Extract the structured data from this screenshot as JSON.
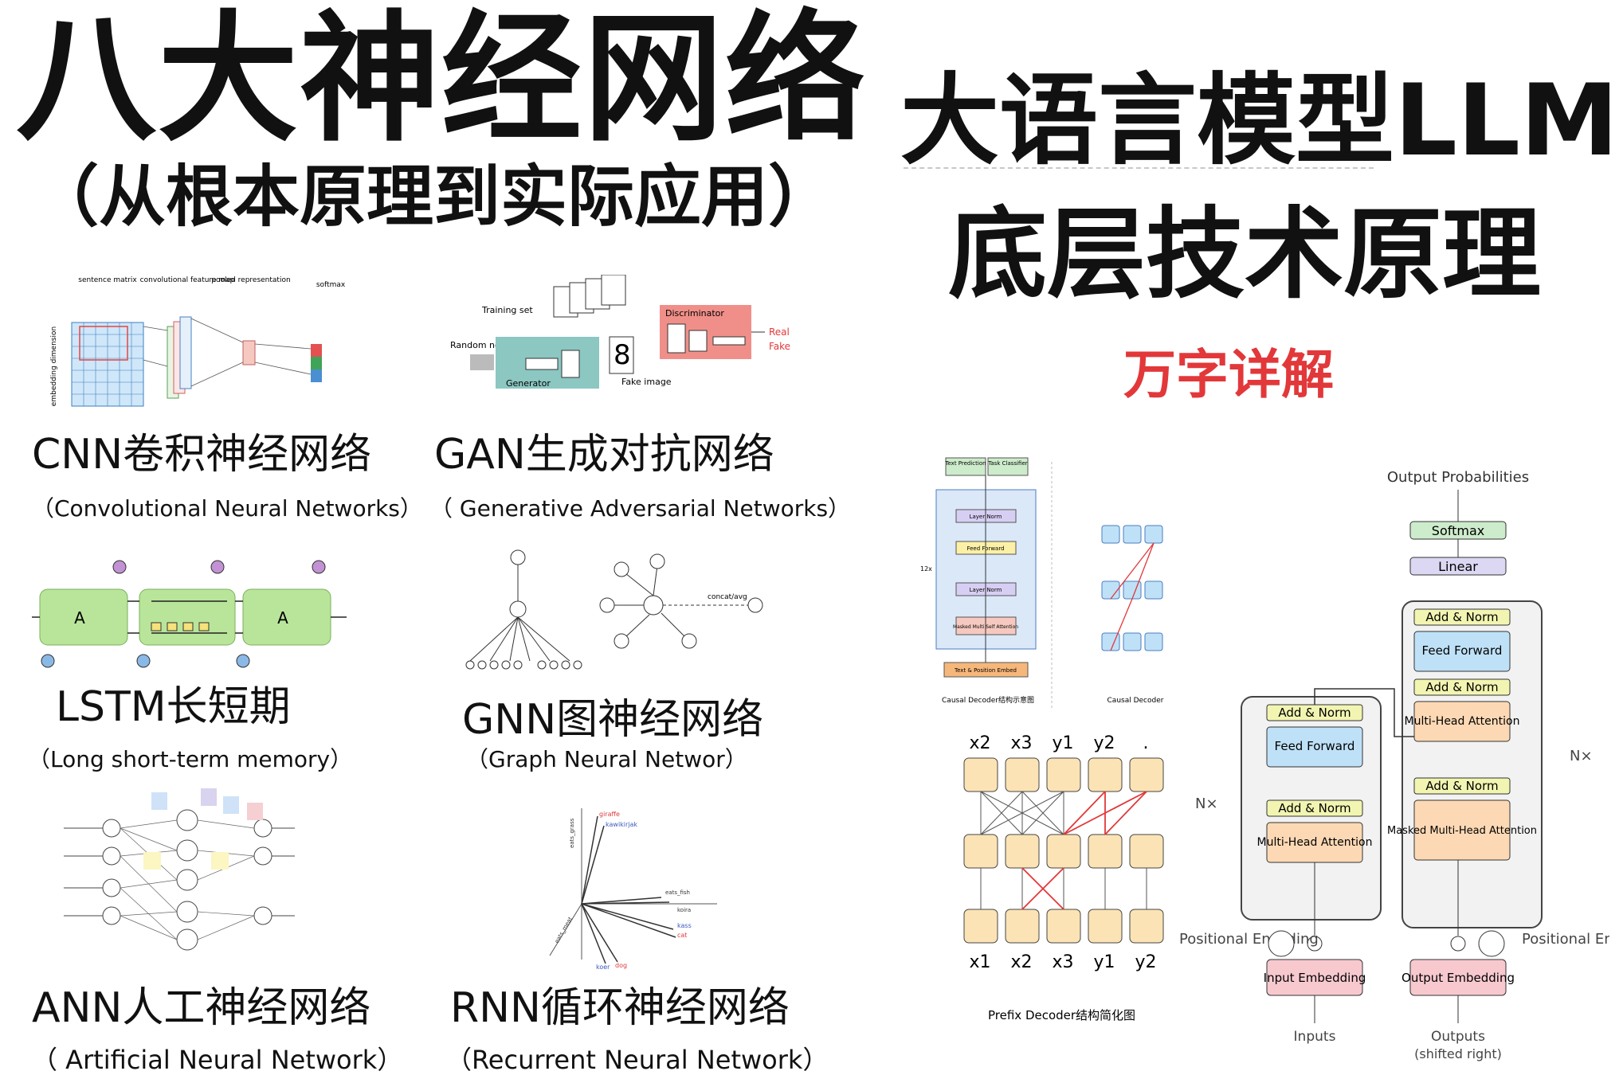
{
  "header": {
    "title": "八大神经网络",
    "subtitle": "（从根本原理到实际应用）"
  },
  "right_header": {
    "line1": "大语言模型LLM",
    "line2": "底层技术原理",
    "tag": "万字详解"
  },
  "networks": [
    {
      "name": "CNN卷积神经网络",
      "en": "（Convolutional Neural Networks）"
    },
    {
      "name": "GAN生成对抗网络",
      "en": "（ Generative Adversarial Networks）"
    },
    {
      "name": "LSTM长短期",
      "en": "（Long short-term memory）"
    },
    {
      "name": "GNN图神经网络",
      "en": "（Graph Neural Networ）"
    },
    {
      "name": "ANN人工神经网络",
      "en": "（ Artificial Neural Network）"
    },
    {
      "name": "RNN循环神经网络",
      "en": "（Recurrent Neural Network）"
    }
  ],
  "cnn_fig": {
    "labels": [
      "sentence matrix",
      "convolutional feature map",
      "pooled representation",
      "softmax"
    ],
    "axis": "embedding dimension"
  },
  "gan_fig": {
    "training_set": "Training set",
    "discriminator": "Discriminator",
    "random_noise": "Random noise",
    "generator": "Generator",
    "fake_image": "Fake image",
    "real": "Real",
    "fake": "Fake"
  },
  "lstm_fig": {
    "cell": "A"
  },
  "gnn_fig": {
    "concat": "concat/avg"
  },
  "rnn_fig": {
    "words": [
      "giraffe",
      "kawikirjak",
      "eats_fish",
      "koira",
      "kass",
      "cat",
      "koer",
      "dog"
    ],
    "axes": [
      "eats_grass",
      "eats_meat"
    ]
  },
  "decoder_fig": {
    "caption_causal": "Causal Decoder结构示意图",
    "caption_causal2": "Causal Decoder",
    "caption_prefix": "Prefix Decoder结构简化图",
    "blocks": [
      "Text Prediction",
      "Task Classifier",
      "Layer Norm",
      "Feed Forward",
      "Layer Norm",
      "Masked Multi Self Attention",
      "Text & Position Embed"
    ],
    "repeat": "12x",
    "top_tokens": [
      "x2",
      "x3",
      "y1",
      "y2",
      "."
    ],
    "bottom_tokens": [
      "x1",
      "x2",
      "x3",
      "y1",
      "y2"
    ]
  },
  "transformer_fig": {
    "output_probs": "Output Probabilities",
    "softmax": "Softmax",
    "linear": "Linear",
    "add_norm": "Add & Norm",
    "feed_forward": "Feed Forward",
    "mha": "Multi-Head Attention",
    "masked_mha": "Masked Multi-Head Attention",
    "pos_enc": "Positional Encoding",
    "input_emb": "Input Embedding",
    "output_emb": "Output Embedding",
    "inputs": "Inputs",
    "outputs": "Outputs",
    "shifted": "(shifted right)",
    "nx": "N×"
  },
  "colors": {
    "red_tag": "#e2383a",
    "gan_green": "#8cc7c2",
    "gan_red": "#f08f89",
    "lstm_green": "#b9e59b",
    "ff_blue": "#bfe1f7",
    "attn_orange": "#fcd9b4",
    "add_norm_yellow": "#f2f5b1",
    "emb_pink": "#f7c9cf",
    "softmax_green": "#cdeccb",
    "linear_purple": "#dcd7f2",
    "decoder_node": "#fbe3b5"
  }
}
